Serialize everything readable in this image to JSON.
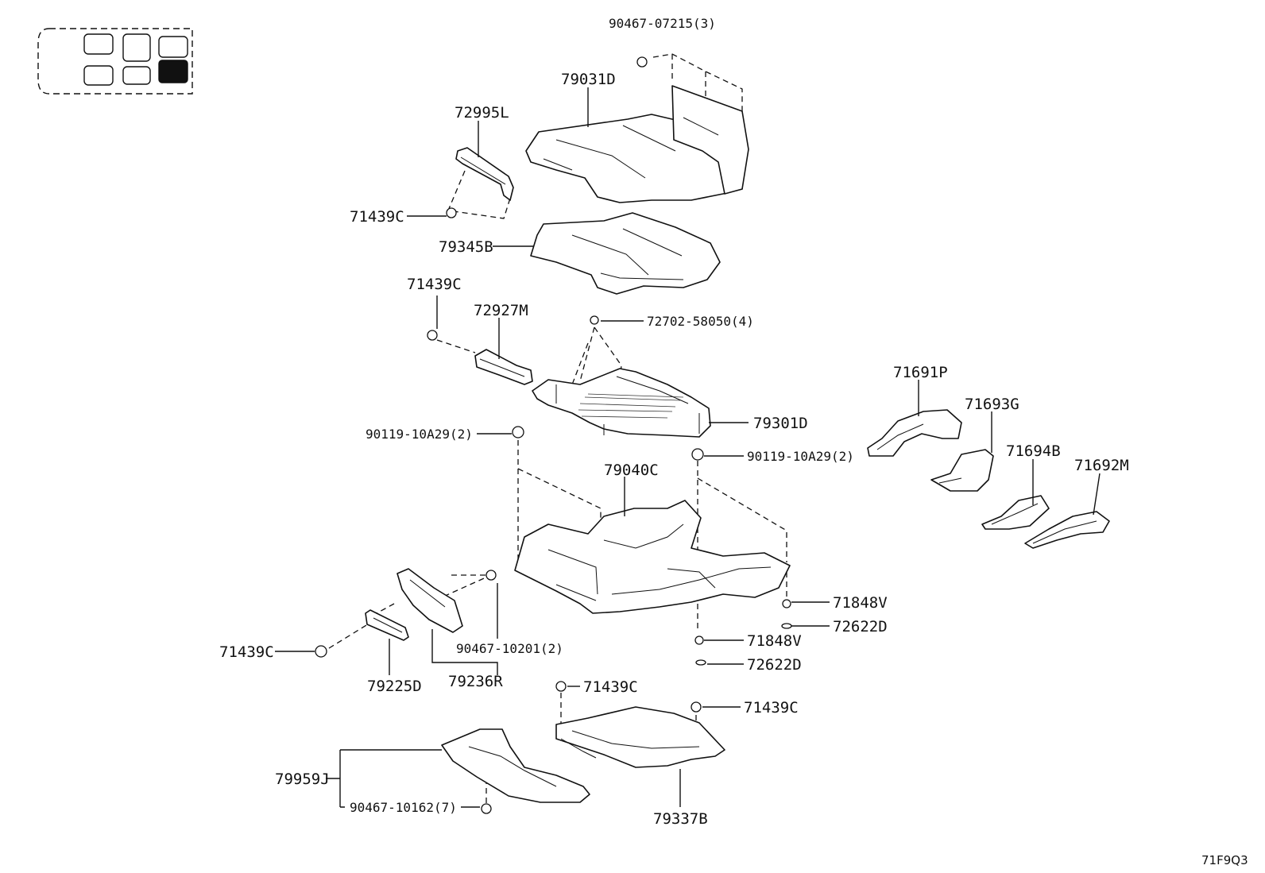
{
  "locator": {
    "selected_position": "top-right"
  },
  "figure_code": "71F9Q3",
  "callouts": [
    {
      "id": "c-90467-07215",
      "text": "90467-07215(3)"
    },
    {
      "id": "c-79031D",
      "text": "79031D"
    },
    {
      "id": "c-72995L",
      "text": "72995L"
    },
    {
      "id": "c-71439C-a",
      "text": "71439C"
    },
    {
      "id": "c-79345B",
      "text": "79345B"
    },
    {
      "id": "c-71439C-b",
      "text": "71439C"
    },
    {
      "id": "c-72927M",
      "text": "72927M"
    },
    {
      "id": "c-72702-58050",
      "text": "72702-58050(4)"
    },
    {
      "id": "c-79301D",
      "text": "79301D"
    },
    {
      "id": "c-90119-10A29-a",
      "text": "90119-10A29(2)"
    },
    {
      "id": "c-90119-10A29-b",
      "text": "90119-10A29(2)"
    },
    {
      "id": "c-79040C",
      "text": "79040C"
    },
    {
      "id": "c-71691P",
      "text": "71691P"
    },
    {
      "id": "c-71693G",
      "text": "71693G"
    },
    {
      "id": "c-71694B",
      "text": "71694B"
    },
    {
      "id": "c-71692M",
      "text": "71692M"
    },
    {
      "id": "c-71848V-a",
      "text": "71848V"
    },
    {
      "id": "c-72622D-a",
      "text": "72622D"
    },
    {
      "id": "c-71848V-b",
      "text": "71848V"
    },
    {
      "id": "c-72622D-b",
      "text": "72622D"
    },
    {
      "id": "c-71439C-c",
      "text": "71439C"
    },
    {
      "id": "c-90467-10201",
      "text": "90467-10201(2)"
    },
    {
      "id": "c-79225D",
      "text": "79225D"
    },
    {
      "id": "c-79236R",
      "text": "79236R"
    },
    {
      "id": "c-71439C-d",
      "text": "71439C"
    },
    {
      "id": "c-71439C-e",
      "text": "71439C"
    },
    {
      "id": "c-79959J",
      "text": "79959J"
    },
    {
      "id": "c-90467-10162",
      "text": "90467-10162(7)"
    },
    {
      "id": "c-79337B",
      "text": "79337B"
    }
  ]
}
